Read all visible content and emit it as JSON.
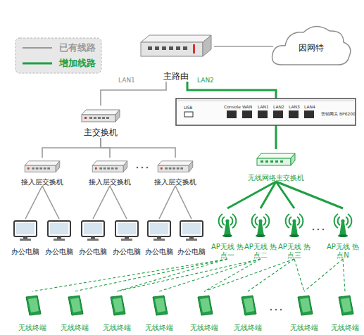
{
  "diagram": {
    "nodes": [
      {
        "text": [
          "主路由"
        ]
      },
      {
        "text": [
          "因网特"
        ]
      },
      {
        "text": [
          "主交换机"
        ]
      },
      {
        "text": [
          "无线网络主交换机"
        ]
      },
      {
        "text": [
          "接入层交换机"
        ]
      },
      {
        "text": [
          "接入层交换机"
        ]
      },
      {
        "text": [
          "接入层交换机"
        ]
      },
      {
        "text": [
          "办公电脑"
        ]
      },
      {
        "text": [
          "办公电脑"
        ]
      },
      {
        "text": [
          "办公电脑"
        ]
      },
      {
        "text": [
          "办公电脑"
        ]
      },
      {
        "text": [
          "办公电脑"
        ]
      },
      {
        "text": [
          "办公电脑"
        ]
      },
      {
        "text": [
          "AP无线 热点一"
        ]
      },
      {
        "text": [
          "AP无线 热点二"
        ]
      },
      {
        "text": [
          "AP无线 热点三"
        ]
      },
      {
        "text": [
          "AP无线 热点N"
        ]
      },
      {
        "text": [
          "无线终端"
        ]
      },
      {
        "text": [
          "无线终端"
        ]
      },
      {
        "text": [
          "无线终端"
        ]
      },
      {
        "text": [
          "无线终端"
        ]
      },
      {
        "text": [
          "无线终端"
        ]
      },
      {
        "text": [
          "无线终端"
        ]
      },
      {
        "text": [
          "无线终端"
        ]
      },
      {
        "text": [
          "无线终端"
        ]
      }
    ],
    "edges": [
      {
        "from": 0,
        "to": 1,
        "arrow": "none"
      },
      {
        "from": 0,
        "to": 2,
        "arrow": "none",
        "label": "LAN1"
      },
      {
        "from": 0,
        "to": 3,
        "arrow": "none",
        "label": "LAN2"
      },
      {
        "from": 2,
        "to": 4,
        "arrow": "none"
      },
      {
        "from": 2,
        "to": 5,
        "arrow": "none"
      },
      {
        "from": 2,
        "to": 6,
        "arrow": "none"
      },
      {
        "from": 4,
        "to": 7,
        "arrow": "none"
      },
      {
        "from": 4,
        "to": 8,
        "arrow": "none"
      },
      {
        "from": 5,
        "to": 9,
        "arrow": "none"
      },
      {
        "from": 5,
        "to": 10,
        "arrow": "none"
      },
      {
        "from": 6,
        "to": 11,
        "arrow": "none"
      },
      {
        "from": 6,
        "to": 12,
        "arrow": "none"
      },
      {
        "from": 3,
        "to": 13,
        "arrow": "none"
      },
      {
        "from": 3,
        "to": 14,
        "arrow": "none"
      },
      {
        "from": 3,
        "to": 15,
        "arrow": "none"
      },
      {
        "from": 3,
        "to": 16,
        "arrow": "none"
      },
      {
        "from": 13,
        "to": 17,
        "arrow": "none"
      },
      {
        "from": 13,
        "to": 18,
        "arrow": "none"
      },
      {
        "from": 13,
        "to": 19,
        "arrow": "none"
      },
      {
        "from": 14,
        "to": 19,
        "arrow": "none"
      },
      {
        "from": 14,
        "to": 20,
        "arrow": "none"
      },
      {
        "from": 14,
        "to": 21,
        "arrow": "none"
      },
      {
        "from": 15,
        "to": 21,
        "arrow": "none"
      },
      {
        "from": 15,
        "to": 22,
        "arrow": "none"
      },
      {
        "from": 15,
        "to": 23,
        "arrow": "none"
      },
      {
        "from": 16,
        "to": 23,
        "arrow": "none"
      },
      {
        "from": 16,
        "to": 24,
        "arrow": "none"
      }
    ],
    "labels": [
      "USB",
      "Console",
      "WAN",
      "LAN1",
      "LAN2",
      "LAN3",
      "LAN4",
      "营销网关 BP6200"
    ],
    "legend": [
      {
        "text": "已有线路"
      },
      {
        "text": "增加线路"
      }
    ]
  }
}
